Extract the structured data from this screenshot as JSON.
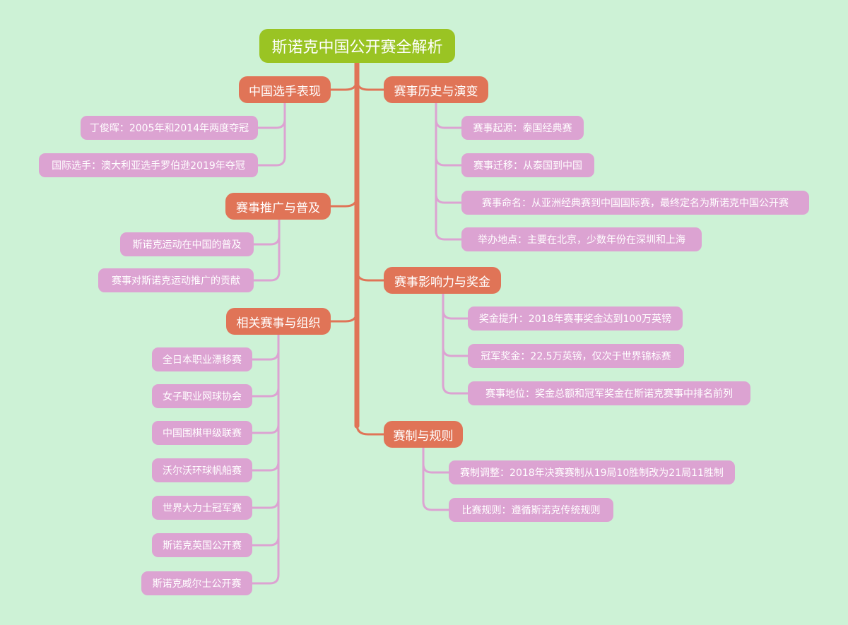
{
  "mindmap": {
    "root": "斯诺克中国公开赛全解析",
    "branches": [
      {
        "label": "中国选手表现",
        "children": [
          "丁俊晖：2005年和2014年两度夺冠",
          "国际选手：澳大利亚选手罗伯逊2019年夺冠"
        ]
      },
      {
        "label": "赛事推广与普及",
        "children": [
          "斯诺克运动在中国的普及",
          "赛事对斯诺克运动推广的贡献"
        ]
      },
      {
        "label": "相关赛事与组织",
        "children": [
          "全日本职业漂移赛",
          "女子职业网球协会",
          "中国围棋甲级联赛",
          "沃尔沃环球帆船赛",
          "世界大力士冠军赛",
          "斯诺克英国公开赛",
          "斯诺克威尔士公开赛"
        ]
      },
      {
        "label": "赛事历史与演变",
        "children": [
          "赛事起源：泰国经典赛",
          "赛事迁移：从泰国到中国",
          "赛事命名：从亚洲经典赛到中国国际赛，最终定名为斯诺克中国公开赛",
          "举办地点：主要在北京，少数年份在深圳和上海"
        ]
      },
      {
        "label": "赛事影响力与奖金",
        "children": [
          "奖金提升：2018年赛事奖金达到100万英镑",
          "冠军奖金：22.5万英镑，仅次于世界锦标赛",
          "赛事地位：奖金总额和冠军奖金在斯诺克赛事中排名前列"
        ]
      },
      {
        "label": "赛制与规则",
        "children": [
          "赛制调整：2018年决赛赛制从19局10胜制改为21局11胜制",
          "比赛规则：遵循斯诺克传统规则"
        ]
      }
    ]
  },
  "colors": {
    "background": "#cdf2d6",
    "root": "#9ac423",
    "branch": "#e07457",
    "leaf": "#dca3d2",
    "branch_link": "#e07457",
    "leaf_link": "#dca3d2"
  }
}
